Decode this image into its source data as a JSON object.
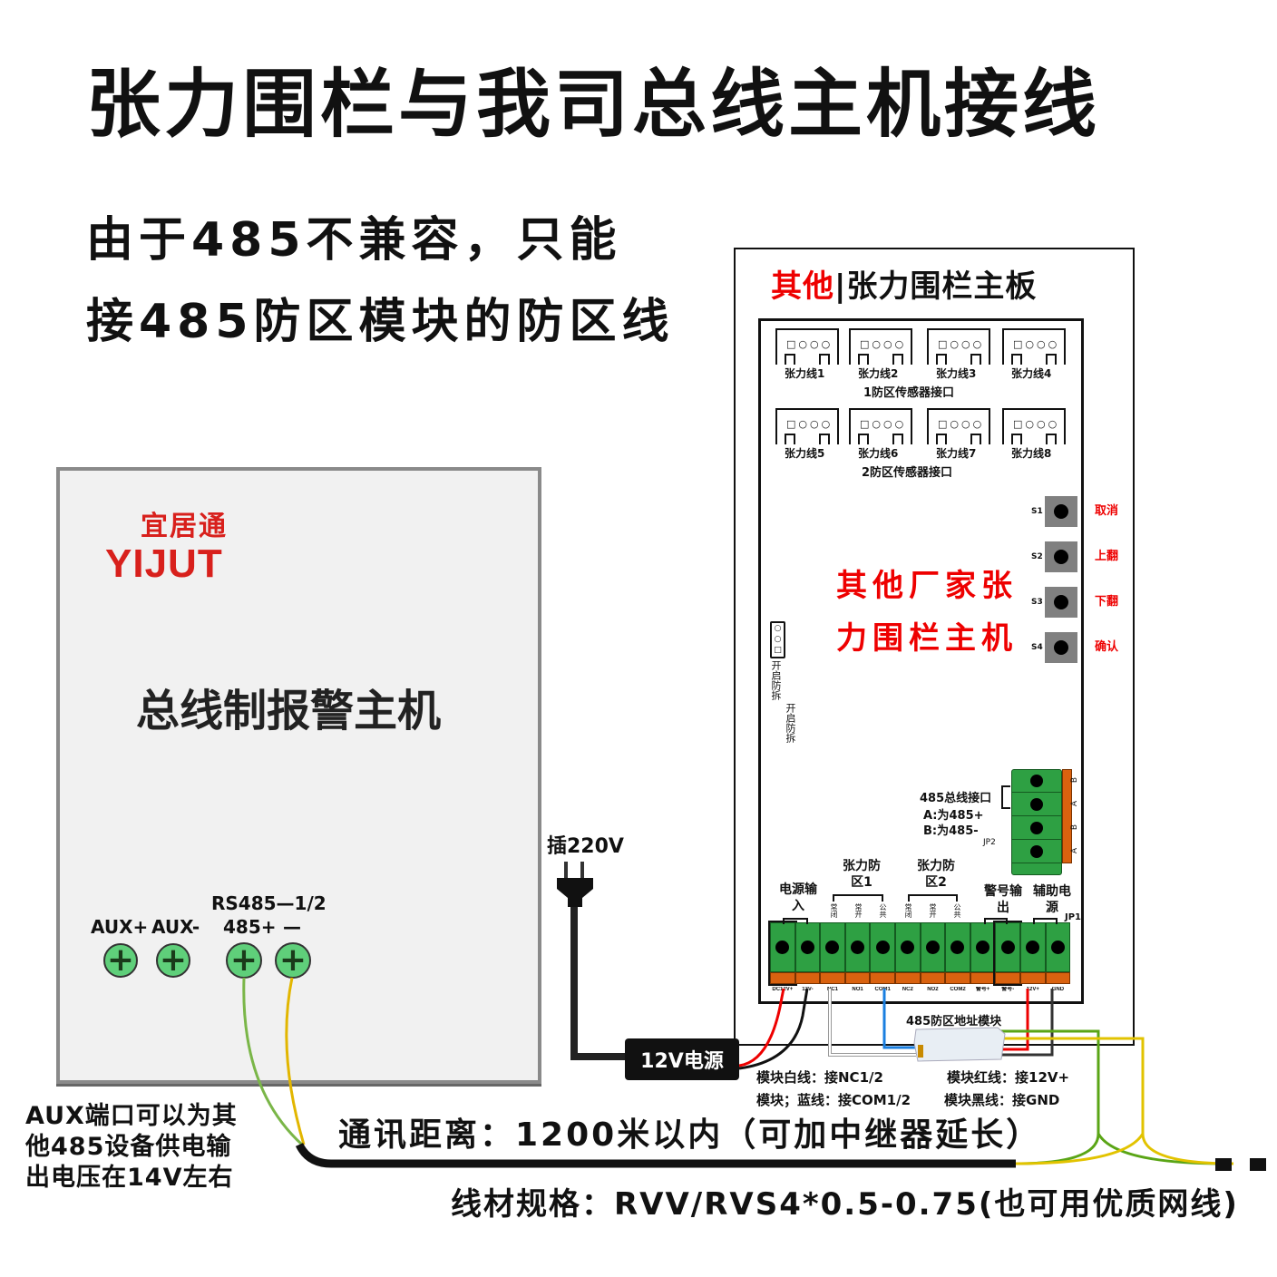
{
  "title": "张力围栏与我司总线主机接线",
  "subtitle": [
    "由于485不兼容，只能",
    "接485防区模块的防区线"
  ],
  "alarm_host": {
    "logo_cn": "宜居通",
    "logo_en": "YIJUT",
    "name": "总线制报警主机",
    "rs485_label": "RS485—1/2",
    "terminals": [
      "AUX+",
      "AUX-",
      "485+",
      "—"
    ],
    "aux_note": [
      "AUX端口可以为其",
      "他485设备供电输",
      "出电压在14V左右"
    ]
  },
  "power": {
    "plug_label": "插220V",
    "supply_label": "12V电源"
  },
  "board": {
    "title_red": "其他",
    "title_sep": "|",
    "title": "张力围栏主板",
    "connectors": [
      "张力线1",
      "张力线2",
      "张力线3",
      "张力线4",
      "张力线5",
      "张力线6",
      "张力线7",
      "张力线8"
    ],
    "zone_labels": [
      "1防区传感器接口",
      "2防区传感器接口"
    ],
    "buttons": [
      {
        "id": "S1",
        "label": "取消"
      },
      {
        "id": "S2",
        "label": "上翻"
      },
      {
        "id": "S3",
        "label": "下翻"
      },
      {
        "id": "S4",
        "label": "确认"
      }
    ],
    "center_text": [
      "其他厂家张",
      "力围栏主机"
    ],
    "tamper": "开启防拆",
    "bus": {
      "title": "485总线接口",
      "a": "A:为485+",
      "b": "B:为485-",
      "jp": "JP2",
      "pins": [
        "B",
        "A",
        "B",
        "A"
      ]
    },
    "groups": [
      "电源输入",
      "张力防区1",
      "张力防区2",
      "警号输出",
      "辅助电源"
    ],
    "group_sub": [
      "常闭",
      "常开",
      "公共"
    ],
    "jp1": "JP1",
    "terminals": [
      "DC12V+",
      "12V-",
      "NC1",
      "NO1",
      "COM1",
      "NC2",
      "NO2",
      "COM2",
      "警号+",
      "警号-",
      "12V+",
      "GND"
    ]
  },
  "module": {
    "title": "485防区地址模块",
    "notes": [
      "模块白线：接NC1/2",
      "模块红线：接12V+",
      "模块；蓝线：接COM1/2",
      "模块黑线：接GND"
    ]
  },
  "distance": "通讯距离：1200米以内（可加中继器延长）",
  "cable_spec": "线材规格：RVV/RVS4*0.5-0.75(也可用优质网线)"
}
